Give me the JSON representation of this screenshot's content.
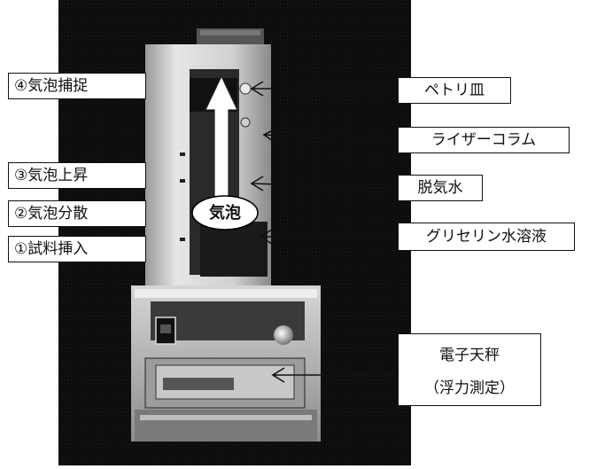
{
  "labels": {
    "step4": "④気泡捕捉",
    "step3": "③気泡上昇",
    "step2": "②気泡分散",
    "step1": "①試料挿入",
    "petri": "ペトリ皿",
    "riser": "ライザーコラム",
    "degassed": "脱気水",
    "glycerin": "グリセリン水溶液",
    "bubble": "気泡",
    "balance_line1": "電子天秤",
    "balance_line2": "（浮力測定）"
  },
  "colors": {
    "background": "#ffffff",
    "photo_dark": "#0b0b0b",
    "column_light": "#d8d8d8",
    "label_border": "#111111",
    "arrow": "#111111"
  }
}
